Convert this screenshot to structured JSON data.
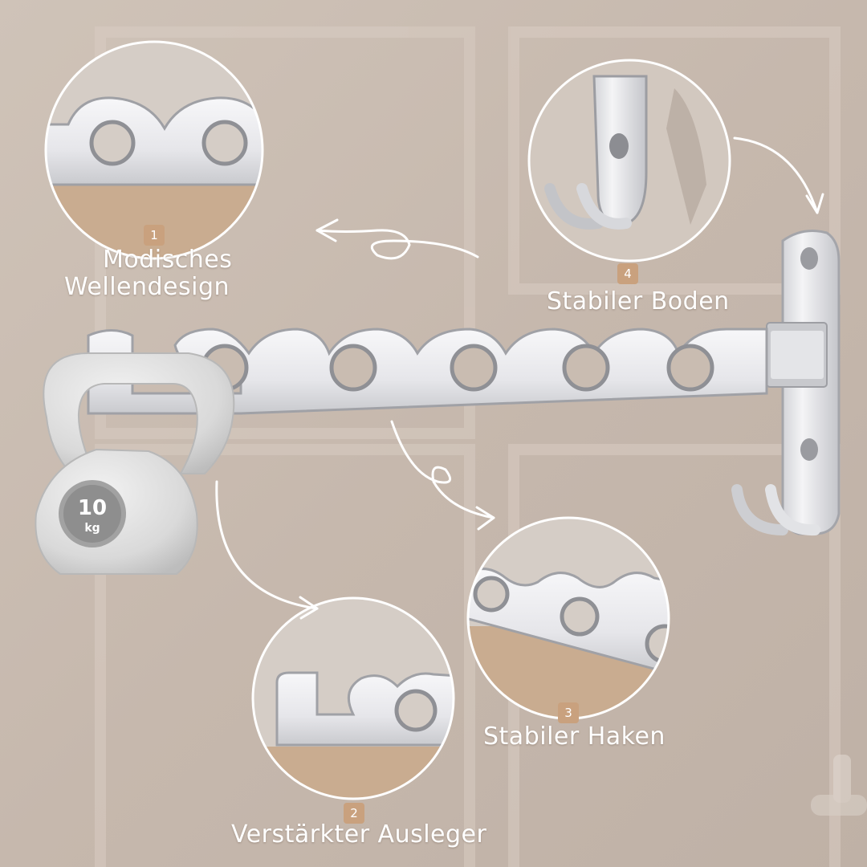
{
  "colors": {
    "background": "#c9bcb1",
    "accent_badge": "#c9a17e",
    "label_text": "#ffffff",
    "metal": "#e9e9ec",
    "metal_edge": "#a7a8ad",
    "kettlebell": "#dedede"
  },
  "kettlebell": {
    "weight": "10",
    "unit": "kg"
  },
  "features": [
    {
      "number": "1",
      "label_line1": "Modisches",
      "label_line2": "Wellendesign"
    },
    {
      "number": "2",
      "label": "Verstärkter Ausleger"
    },
    {
      "number": "3",
      "label": "Stabiler Haken"
    },
    {
      "number": "4",
      "label": "Stabiler Boden"
    }
  ]
}
